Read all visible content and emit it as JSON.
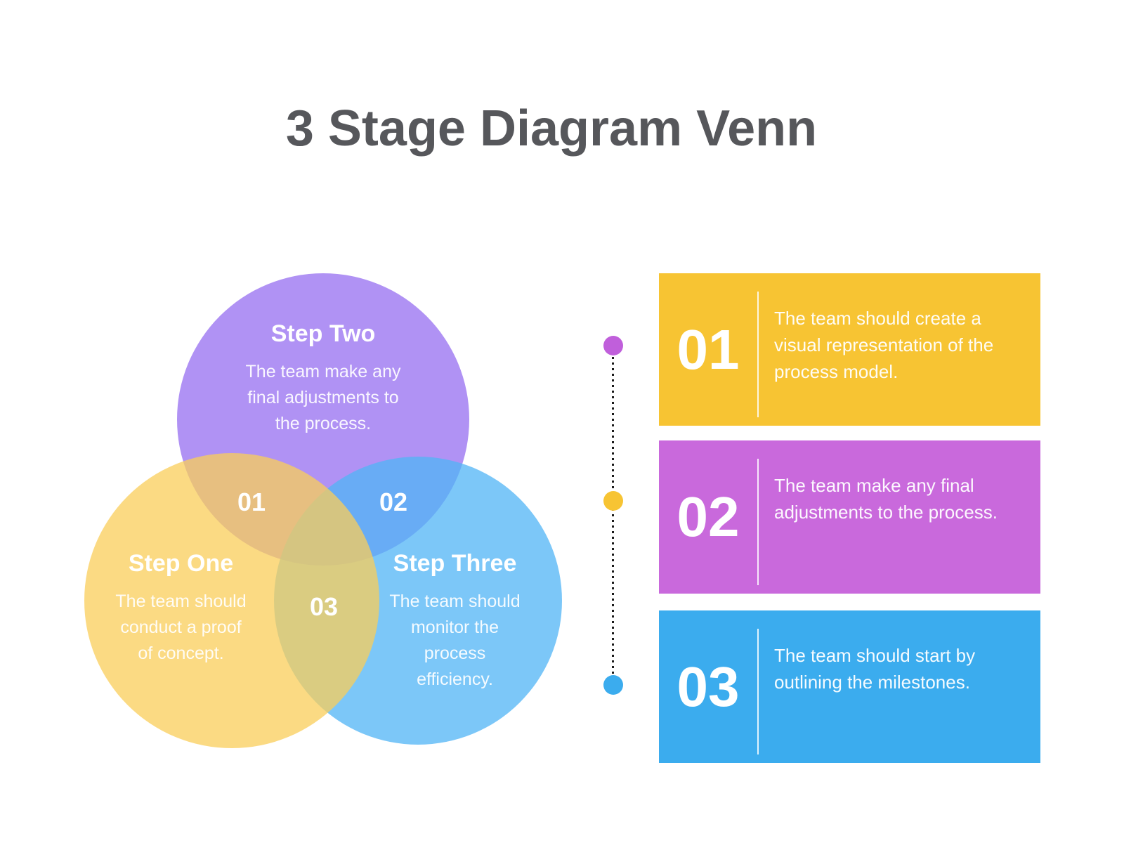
{
  "title": "3 Stage Diagram Venn",
  "colors": {
    "title_text": "#56575B",
    "circle_yellow": "rgba(250,205,90,0.75)",
    "circle_purple": "rgba(150,110,240,0.75)",
    "circle_blue": "rgba(80,180,245,0.75)",
    "card_yellow": "#F7C433",
    "card_magenta": "#C969DC",
    "card_blue": "#3BACEE",
    "dot_purple": "#C05FDB",
    "dot_yellow": "#F7C433",
    "dot_blue": "#3BACEE",
    "timeline_line": "#1A1A1A"
  },
  "venn": {
    "circles": [
      {
        "heading": "Step One",
        "body": "The team should\nconduct a proof\nof concept.",
        "color": "rgba(250,205,90,0.75)"
      },
      {
        "heading": "Step Two",
        "body": "The team make any\nfinal adjustments to\nthe process.",
        "color": "rgba(150,110,240,0.75)"
      },
      {
        "heading": "Step Three",
        "body": "The team should\nmonitor the\nprocess\nefficiency.",
        "color": "rgba(80,180,245,0.75)"
      }
    ],
    "overlap_labels": [
      "01",
      "02",
      "03"
    ]
  },
  "timeline": {
    "dots": [
      {
        "color": "#C05FDB"
      },
      {
        "color": "#F7C433"
      },
      {
        "color": "#3BACEE"
      }
    ]
  },
  "cards": [
    {
      "number": "01",
      "text": "The team should create a\nvisual representation of the\nprocess model.",
      "color": "#F7C433"
    },
    {
      "number": "02",
      "text": "The team make any final\nadjustments to the process.",
      "color": "#C969DC"
    },
    {
      "number": "03",
      "text": "The team should start by\noutlining the milestones.",
      "color": "#3BACEE"
    }
  ]
}
